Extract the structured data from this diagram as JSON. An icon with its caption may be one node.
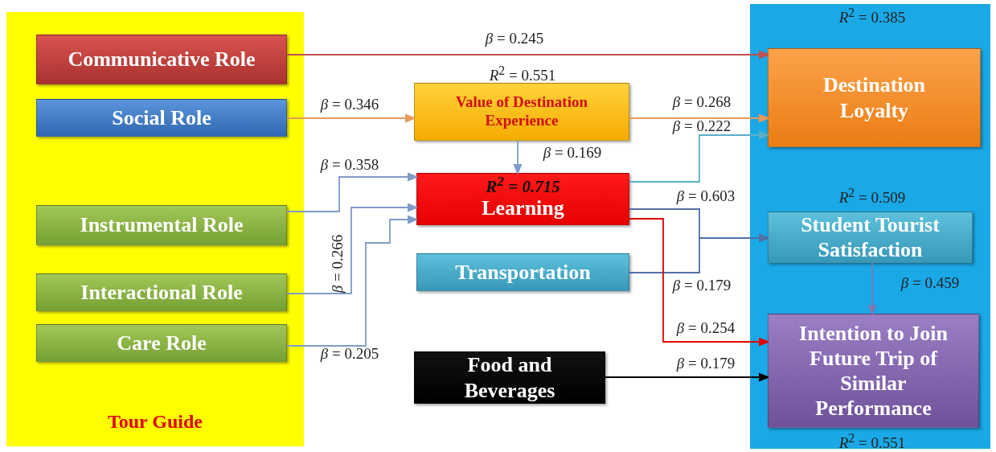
{
  "diagram": {
    "nodes": [
      {
        "text": [
          "Tour Guide"
        ]
      },
      {
        "text": [
          "Communicative Role"
        ],
        "in": 0
      },
      {
        "text": [
          "Social Role"
        ],
        "in": 0
      },
      {
        "text": [
          "Instrumental Role"
        ],
        "in": 0
      },
      {
        "text": [
          "Interactional Role"
        ],
        "in": 0
      },
      {
        "text": [
          "Care Role"
        ],
        "in": 0
      },
      {
        "text": [
          "Value of Destination Experience"
        ],
        "beside": [
          "*R*$^{2}$ = 0.551"
        ]
      },
      {
        "text": [
          "*R*$^{2}$ = 0.715",
          "Learning"
        ]
      },
      {
        "text": [
          "Transportation"
        ]
      },
      {
        "text": [
          "Food and Beverages"
        ]
      },
      {
        "text": [],
        "shape": "box"
      },
      {
        "text": [
          "Destination Loyalty"
        ],
        "in": 10,
        "beside": [
          "*R*$^{2}$ = 0.385"
        ]
      },
      {
        "text": [
          "Student Tourist Satisfaction"
        ],
        "in": 10,
        "beside": [
          "*R*$^{2}$ = 0.509"
        ]
      },
      {
        "text": [
          "Intention to Join Future Trip of Similar Performance"
        ],
        "in": 10,
        "beside": [
          "*R*$^{2}$ = 0.551"
        ]
      }
    ],
    "edges": [
      {
        "from": 1,
        "to": 11,
        "arrow": "to",
        "label": "*β* = 0.245",
        "color": "#c0504d"
      },
      {
        "from": 2,
        "to": 6,
        "arrow": "to",
        "label": "*β* = 0.346",
        "color": "#e8995a"
      },
      {
        "from": 3,
        "to": 7,
        "arrow": "to",
        "label": "*β* = 0.358"
      },
      {
        "from": 4,
        "to": 7,
        "arrow": "to",
        "label": "*β* = 0.266"
      },
      {
        "from": 5,
        "to": 7,
        "arrow": "to",
        "label": "*β* = 0.205"
      },
      {
        "from": 6,
        "to": 7,
        "arrow": "to",
        "label": "*β* = 0.169"
      },
      {
        "from": 6,
        "to": 11,
        "arrow": "to",
        "label": "*β* = 0.268",
        "color": "#e8995a"
      },
      {
        "from": 7,
        "to": 11,
        "arrow": "to",
        "label": "*β* = 0.222",
        "color": "#5aaec8"
      },
      {
        "from": 7,
        "to": 12,
        "arrow": "to",
        "label": "*β* = 0.603",
        "color": "#4f70a8"
      },
      {
        "from": 8,
        "to": 12,
        "arrow": "to",
        "label": "*β* = 0.179",
        "color": "#4f70a8"
      },
      {
        "from": 12,
        "to": 13,
        "arrow": "to",
        "label": "*β* = 0.459",
        "color": "#7a78b8"
      },
      {
        "from": 7,
        "to": 13,
        "arrow": "to",
        "label": "*β* = 0.254",
        "color": "#e00000"
      },
      {
        "from": 9,
        "to": 13,
        "arrow": "to",
        "label": "*β* = 0.179",
        "color": "#000000"
      }
    ]
  }
}
